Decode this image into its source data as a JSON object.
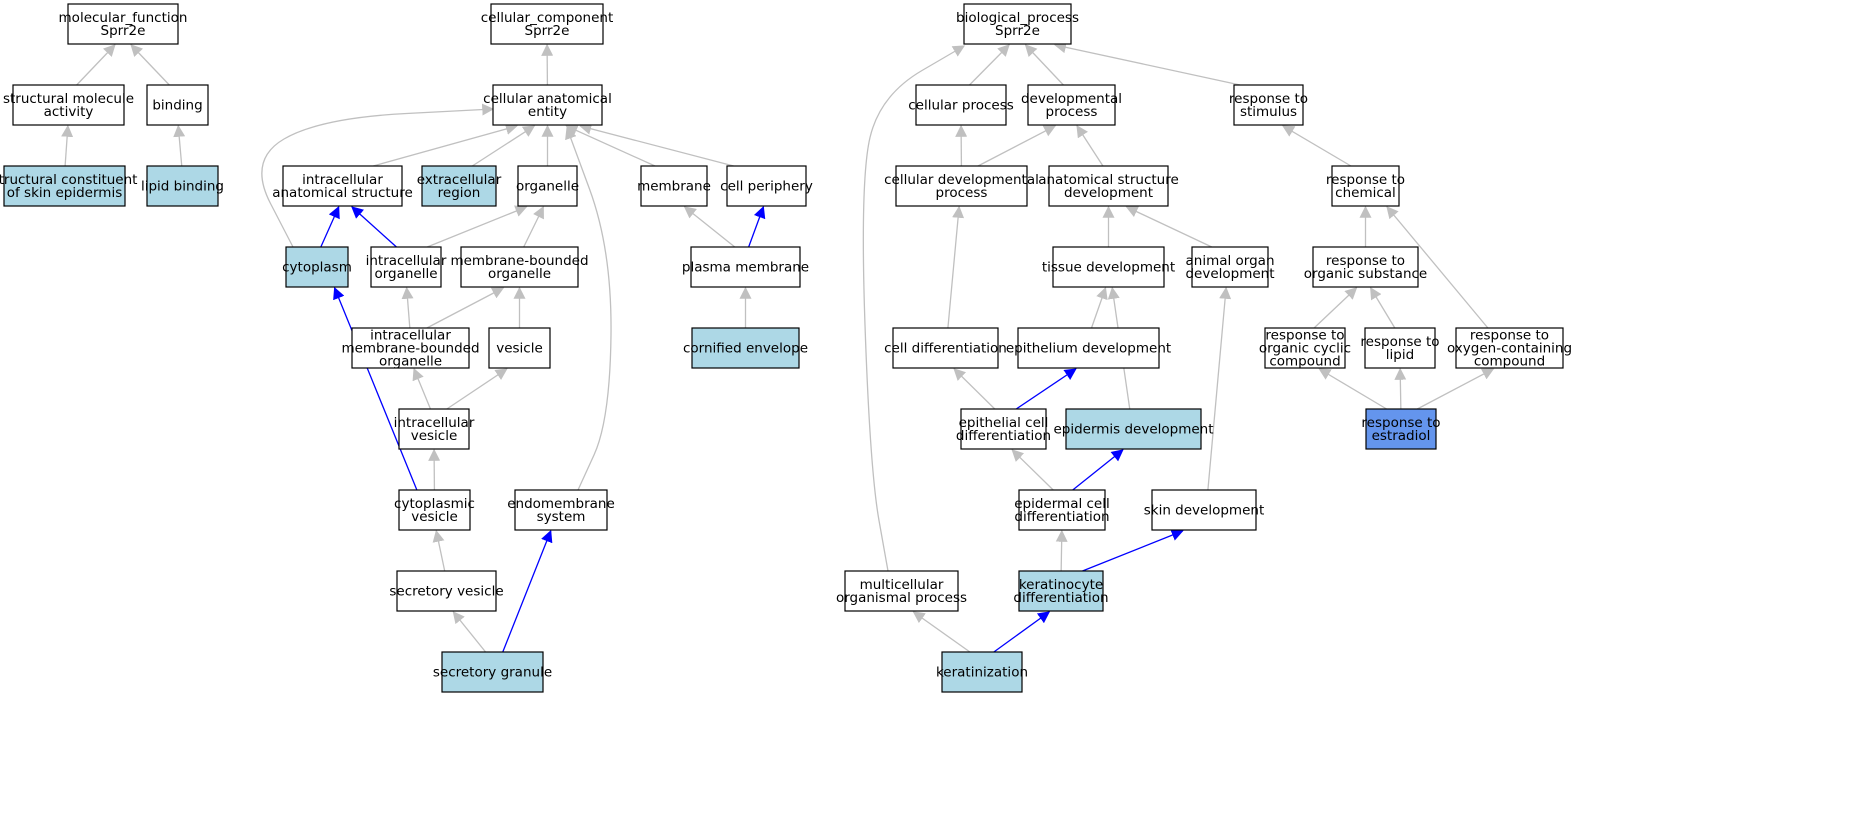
{
  "colors": {
    "default_fill": "#ffffff",
    "highlight_fill": "#add8e6",
    "query_fill": "#6495ed",
    "edge_gray": "#c0c0c0",
    "edge_blue": "#0000ff"
  },
  "nodes": [
    {
      "id": "mf_root",
      "lines": [
        "molecular_function",
        "Sprr2e"
      ],
      "fill": "#ffffff"
    },
    {
      "id": "struct_mol",
      "lines": [
        "structural molecule",
        "activity"
      ],
      "fill": "#ffffff"
    },
    {
      "id": "binding",
      "lines": [
        "binding"
      ],
      "fill": "#ffffff"
    },
    {
      "id": "struct_skin",
      "lines": [
        "structural constituent",
        "of skin epidermis"
      ],
      "fill": "#add8e6"
    },
    {
      "id": "lipid_binding",
      "lines": [
        "lipid binding"
      ],
      "fill": "#add8e6"
    },
    {
      "id": "cc_root",
      "lines": [
        "cellular_component",
        "Sprr2e"
      ],
      "fill": "#ffffff"
    },
    {
      "id": "cae",
      "lines": [
        "cellular anatomical",
        "entity"
      ],
      "fill": "#ffffff"
    },
    {
      "id": "ias",
      "lines": [
        "intracellular",
        "anatomical structure"
      ],
      "fill": "#ffffff"
    },
    {
      "id": "extra",
      "lines": [
        "extracellular",
        "region"
      ],
      "fill": "#add8e6"
    },
    {
      "id": "organelle",
      "lines": [
        "organelle"
      ],
      "fill": "#ffffff"
    },
    {
      "id": "membrane",
      "lines": [
        "membrane"
      ],
      "fill": "#ffffff"
    },
    {
      "id": "periphery",
      "lines": [
        "cell periphery"
      ],
      "fill": "#ffffff"
    },
    {
      "id": "cytoplasm",
      "lines": [
        "cytoplasm"
      ],
      "fill": "#add8e6"
    },
    {
      "id": "ic_org",
      "lines": [
        "intracellular",
        "organelle"
      ],
      "fill": "#ffffff"
    },
    {
      "id": "mb_org",
      "lines": [
        "membrane-bounded",
        "organelle"
      ],
      "fill": "#ffffff"
    },
    {
      "id": "pm",
      "lines": [
        "plasma membrane"
      ],
      "fill": "#ffffff"
    },
    {
      "id": "imbo",
      "lines": [
        "intracellular",
        "membrane-bounded",
        "organelle"
      ],
      "fill": "#ffffff"
    },
    {
      "id": "vesicle",
      "lines": [
        "vesicle"
      ],
      "fill": "#ffffff"
    },
    {
      "id": "cornified",
      "lines": [
        "cornified envelope"
      ],
      "fill": "#add8e6"
    },
    {
      "id": "ic_ves",
      "lines": [
        "intracellular",
        "vesicle"
      ],
      "fill": "#ffffff"
    },
    {
      "id": "cyto_ves",
      "lines": [
        "cytoplasmic",
        "vesicle"
      ],
      "fill": "#ffffff"
    },
    {
      "id": "endomem",
      "lines": [
        "endomembrane",
        "system"
      ],
      "fill": "#ffffff"
    },
    {
      "id": "sec_ves",
      "lines": [
        "secretory vesicle"
      ],
      "fill": "#ffffff"
    },
    {
      "id": "sec_gran",
      "lines": [
        "secretory granule"
      ],
      "fill": "#add8e6"
    },
    {
      "id": "bp_root",
      "lines": [
        "biological_process",
        "Sprr2e"
      ],
      "fill": "#ffffff"
    },
    {
      "id": "cell_proc",
      "lines": [
        "cellular process"
      ],
      "fill": "#ffffff"
    },
    {
      "id": "dev_proc",
      "lines": [
        "developmental",
        "process"
      ],
      "fill": "#ffffff"
    },
    {
      "id": "resp_stim",
      "lines": [
        "response to",
        "stimulus"
      ],
      "fill": "#ffffff"
    },
    {
      "id": "cell_dev",
      "lines": [
        "cellular developmental",
        "process"
      ],
      "fill": "#ffffff"
    },
    {
      "id": "anat_dev",
      "lines": [
        "anatomical structure",
        "development"
      ],
      "fill": "#ffffff"
    },
    {
      "id": "resp_chem",
      "lines": [
        "response to",
        "chemical"
      ],
      "fill": "#ffffff"
    },
    {
      "id": "tissue_dev",
      "lines": [
        "tissue development"
      ],
      "fill": "#ffffff"
    },
    {
      "id": "animal_org",
      "lines": [
        "animal organ",
        "development"
      ],
      "fill": "#ffffff"
    },
    {
      "id": "resp_org_sub",
      "lines": [
        "response to",
        "organic substance"
      ],
      "fill": "#ffffff"
    },
    {
      "id": "cell_diff",
      "lines": [
        "cell differentiation"
      ],
      "fill": "#ffffff"
    },
    {
      "id": "epi_dev",
      "lines": [
        "epithelium development"
      ],
      "fill": "#ffffff"
    },
    {
      "id": "resp_cyclic",
      "lines": [
        "response to",
        "organic cyclic",
        "compound"
      ],
      "fill": "#ffffff"
    },
    {
      "id": "resp_lipid",
      "lines": [
        "response to",
        "lipid"
      ],
      "fill": "#ffffff"
    },
    {
      "id": "resp_oxy",
      "lines": [
        "response to",
        "oxygen-containing",
        "compound"
      ],
      "fill": "#ffffff"
    },
    {
      "id": "epi_cell_diff",
      "lines": [
        "epithelial cell",
        "differentiation"
      ],
      "fill": "#ffffff"
    },
    {
      "id": "epidermis_dev",
      "lines": [
        "epidermis development"
      ],
      "fill": "#add8e6"
    },
    {
      "id": "resp_estradiol",
      "lines": [
        "response to",
        "estradiol"
      ],
      "fill": "#6495ed"
    },
    {
      "id": "epid_cell_diff",
      "lines": [
        "epidermal cell",
        "differentiation"
      ],
      "fill": "#ffffff"
    },
    {
      "id": "skin_dev",
      "lines": [
        "skin development"
      ],
      "fill": "#ffffff"
    },
    {
      "id": "multicell",
      "lines": [
        "multicellular",
        "organismal process"
      ],
      "fill": "#ffffff"
    },
    {
      "id": "kerat_diff",
      "lines": [
        "keratinocyte",
        "differentiation"
      ],
      "fill": "#add8e6"
    },
    {
      "id": "keratinization",
      "lines": [
        "keratinization"
      ],
      "fill": "#add8e6"
    }
  ],
  "edges": [
    {
      "from": "struct_mol",
      "to": "mf_root",
      "color": "#c0c0c0"
    },
    {
      "from": "binding",
      "to": "mf_root",
      "color": "#c0c0c0"
    },
    {
      "from": "struct_skin",
      "to": "struct_mol",
      "color": "#c0c0c0"
    },
    {
      "from": "lipid_binding",
      "to": "binding",
      "color": "#c0c0c0"
    },
    {
      "from": "cae",
      "to": "cc_root",
      "color": "#c0c0c0"
    },
    {
      "from": "ias",
      "to": "cae",
      "color": "#c0c0c0"
    },
    {
      "from": "extra",
      "to": "cae",
      "color": "#c0c0c0"
    },
    {
      "from": "organelle",
      "to": "cae",
      "color": "#c0c0c0"
    },
    {
      "from": "membrane",
      "to": "cae",
      "color": "#c0c0c0"
    },
    {
      "from": "periphery",
      "to": "cae",
      "color": "#c0c0c0"
    },
    {
      "from": "cytoplasm",
      "to": "cae",
      "color": "#c0c0c0"
    },
    {
      "from": "endomem",
      "to": "cae",
      "color": "#c0c0c0"
    },
    {
      "from": "cytoplasm",
      "to": "ias",
      "color": "#0000ff"
    },
    {
      "from": "ic_org",
      "to": "ias",
      "color": "#0000ff"
    },
    {
      "from": "ic_org",
      "to": "organelle",
      "color": "#c0c0c0"
    },
    {
      "from": "mb_org",
      "to": "organelle",
      "color": "#c0c0c0"
    },
    {
      "from": "pm",
      "to": "membrane",
      "color": "#c0c0c0"
    },
    {
      "from": "pm",
      "to": "periphery",
      "color": "#0000ff"
    },
    {
      "from": "imbo",
      "to": "ic_org",
      "color": "#c0c0c0"
    },
    {
      "from": "imbo",
      "to": "mb_org",
      "color": "#c0c0c0"
    },
    {
      "from": "vesicle",
      "to": "mb_org",
      "color": "#c0c0c0"
    },
    {
      "from": "cornified",
      "to": "pm",
      "color": "#c0c0c0"
    },
    {
      "from": "ic_ves",
      "to": "imbo",
      "color": "#c0c0c0"
    },
    {
      "from": "ic_ves",
      "to": "vesicle",
      "color": "#c0c0c0"
    },
    {
      "from": "cyto_ves",
      "to": "ic_ves",
      "color": "#c0c0c0"
    },
    {
      "from": "cyto_ves",
      "to": "cytoplasm",
      "color": "#0000ff"
    },
    {
      "from": "sec_ves",
      "to": "cyto_ves",
      "color": "#c0c0c0"
    },
    {
      "from": "sec_gran",
      "to": "sec_ves",
      "color": "#c0c0c0"
    },
    {
      "from": "sec_gran",
      "to": "endomem",
      "color": "#0000ff"
    },
    {
      "from": "cell_proc",
      "to": "bp_root",
      "color": "#c0c0c0"
    },
    {
      "from": "dev_proc",
      "to": "bp_root",
      "color": "#c0c0c0"
    },
    {
      "from": "resp_stim",
      "to": "bp_root",
      "color": "#c0c0c0"
    },
    {
      "from": "multicell",
      "to": "bp_root",
      "color": "#c0c0c0"
    },
    {
      "from": "cell_dev",
      "to": "cell_proc",
      "color": "#c0c0c0"
    },
    {
      "from": "cell_dev",
      "to": "dev_proc",
      "color": "#c0c0c0"
    },
    {
      "from": "anat_dev",
      "to": "dev_proc",
      "color": "#c0c0c0"
    },
    {
      "from": "resp_chem",
      "to": "resp_stim",
      "color": "#c0c0c0"
    },
    {
      "from": "tissue_dev",
      "to": "anat_dev",
      "color": "#c0c0c0"
    },
    {
      "from": "animal_org",
      "to": "anat_dev",
      "color": "#c0c0c0"
    },
    {
      "from": "resp_org_sub",
      "to": "resp_chem",
      "color": "#c0c0c0"
    },
    {
      "from": "resp_oxy",
      "to": "resp_chem",
      "color": "#c0c0c0"
    },
    {
      "from": "cell_diff",
      "to": "cell_dev",
      "color": "#c0c0c0"
    },
    {
      "from": "epi_dev",
      "to": "tissue_dev",
      "color": "#c0c0c0"
    },
    {
      "from": "epidermis_dev",
      "to": "tissue_dev",
      "color": "#c0c0c0"
    },
    {
      "from": "resp_cyclic",
      "to": "resp_org_sub",
      "color": "#c0c0c0"
    },
    {
      "from": "resp_lipid",
      "to": "resp_org_sub",
      "color": "#c0c0c0"
    },
    {
      "from": "epi_cell_diff",
      "to": "cell_diff",
      "color": "#c0c0c0"
    },
    {
      "from": "epi_cell_diff",
      "to": "epi_dev",
      "color": "#0000ff"
    },
    {
      "from": "resp_estradiol",
      "to": "resp_cyclic",
      "color": "#c0c0c0"
    },
    {
      "from": "resp_estradiol",
      "to": "resp_lipid",
      "color": "#c0c0c0"
    },
    {
      "from": "resp_estradiol",
      "to": "resp_oxy",
      "color": "#c0c0c0"
    },
    {
      "from": "epid_cell_diff",
      "to": "epi_cell_diff",
      "color": "#c0c0c0"
    },
    {
      "from": "epid_cell_diff",
      "to": "epidermis_dev",
      "color": "#0000ff"
    },
    {
      "from": "skin_dev",
      "to": "animal_org",
      "color": "#c0c0c0"
    },
    {
      "from": "kerat_diff",
      "to": "epid_cell_diff",
      "color": "#c0c0c0"
    },
    {
      "from": "kerat_diff",
      "to": "skin_dev",
      "color": "#0000ff"
    },
    {
      "from": "keratinization",
      "to": "multicell",
      "color": "#c0c0c0"
    },
    {
      "from": "keratinization",
      "to": "kerat_diff",
      "color": "#0000ff"
    }
  ]
}
